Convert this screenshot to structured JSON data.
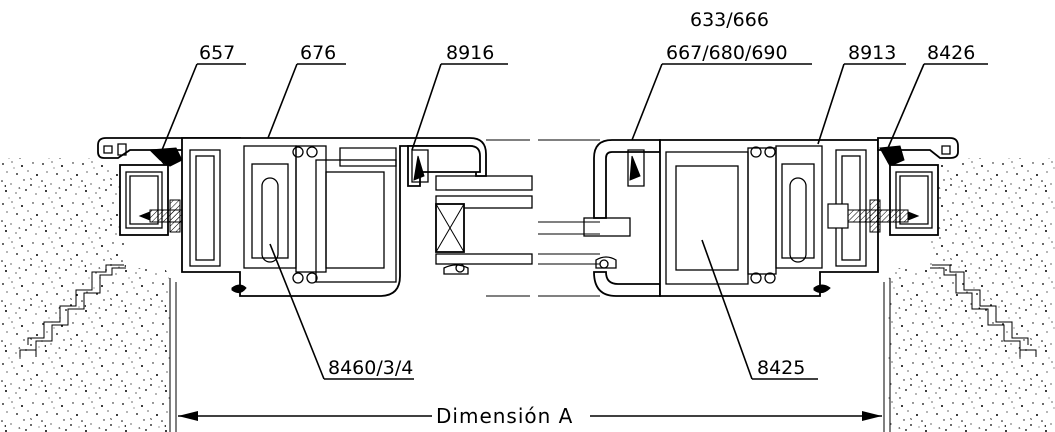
{
  "labels": {
    "l657": "657",
    "l676": "676",
    "l8916": "8916",
    "l633": "633/666",
    "l667": "667/680/690",
    "l8913": "8913",
    "l8426": "8426",
    "l8460": "8460/3/4",
    "l8425": "8425"
  },
  "dimension": {
    "text": "Dimensión  A"
  }
}
